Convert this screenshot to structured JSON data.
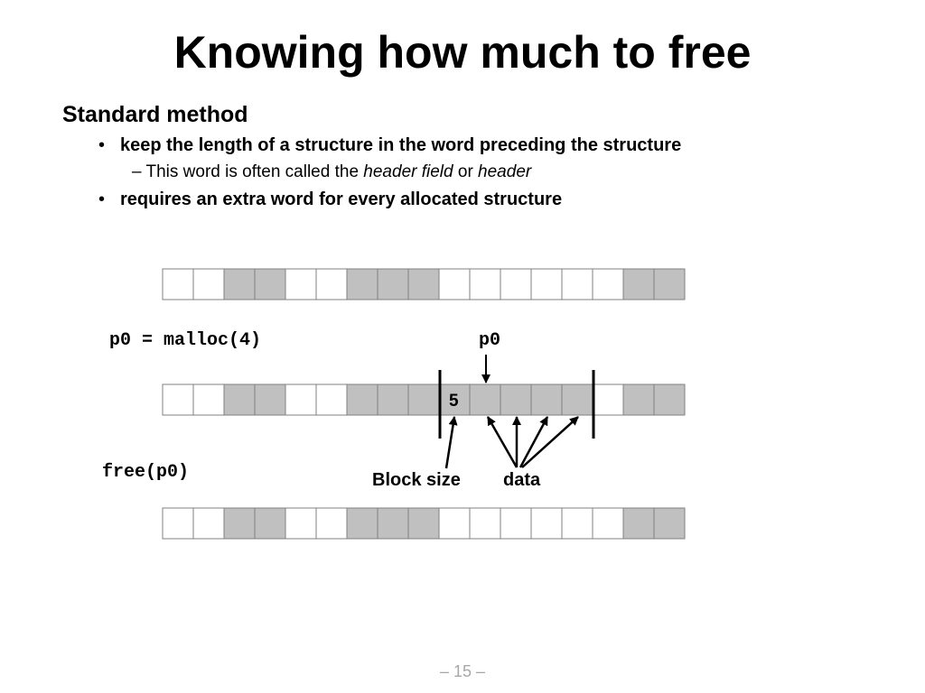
{
  "slide": {
    "title": "Knowing how much to free",
    "heading": "Standard method",
    "bullets": [
      "keep the length of a structure in the word preceding the structure",
      "requires an extra word for every allocated structure"
    ],
    "sub_point": {
      "prefix": "– This word is often called the ",
      "term1": "header field",
      "middle": " or ",
      "term2": "header"
    },
    "bullet_glyph": "•",
    "page_number": "– 15 –"
  },
  "diagram": {
    "colors": {
      "allocated": "#c0c0c0",
      "free": "#ffffff",
      "border": "#808080",
      "marker": "#000000"
    },
    "rows": [
      {
        "name": "initial",
        "caption": "",
        "cells": [
          0,
          0,
          1,
          1,
          0,
          0,
          1,
          1,
          1,
          0,
          0,
          0,
          0,
          0,
          0,
          1,
          1
        ]
      },
      {
        "name": "after-malloc",
        "caption": "p0 = malloc(4)",
        "cells": [
          0,
          0,
          1,
          1,
          0,
          0,
          1,
          1,
          1,
          1,
          1,
          1,
          1,
          1,
          0,
          1,
          1
        ],
        "header_index": 9,
        "header_value": "5",
        "pointer_label": "p0",
        "pointer_index": 10,
        "block_start": 9,
        "block_end": 14
      },
      {
        "name": "after-free",
        "caption": "free(p0)",
        "cells": [
          0,
          0,
          1,
          1,
          0,
          0,
          1,
          1,
          1,
          0,
          0,
          0,
          0,
          0,
          0,
          1,
          1
        ]
      }
    ],
    "labels": {
      "block_size": "Block size",
      "data": "data"
    }
  }
}
